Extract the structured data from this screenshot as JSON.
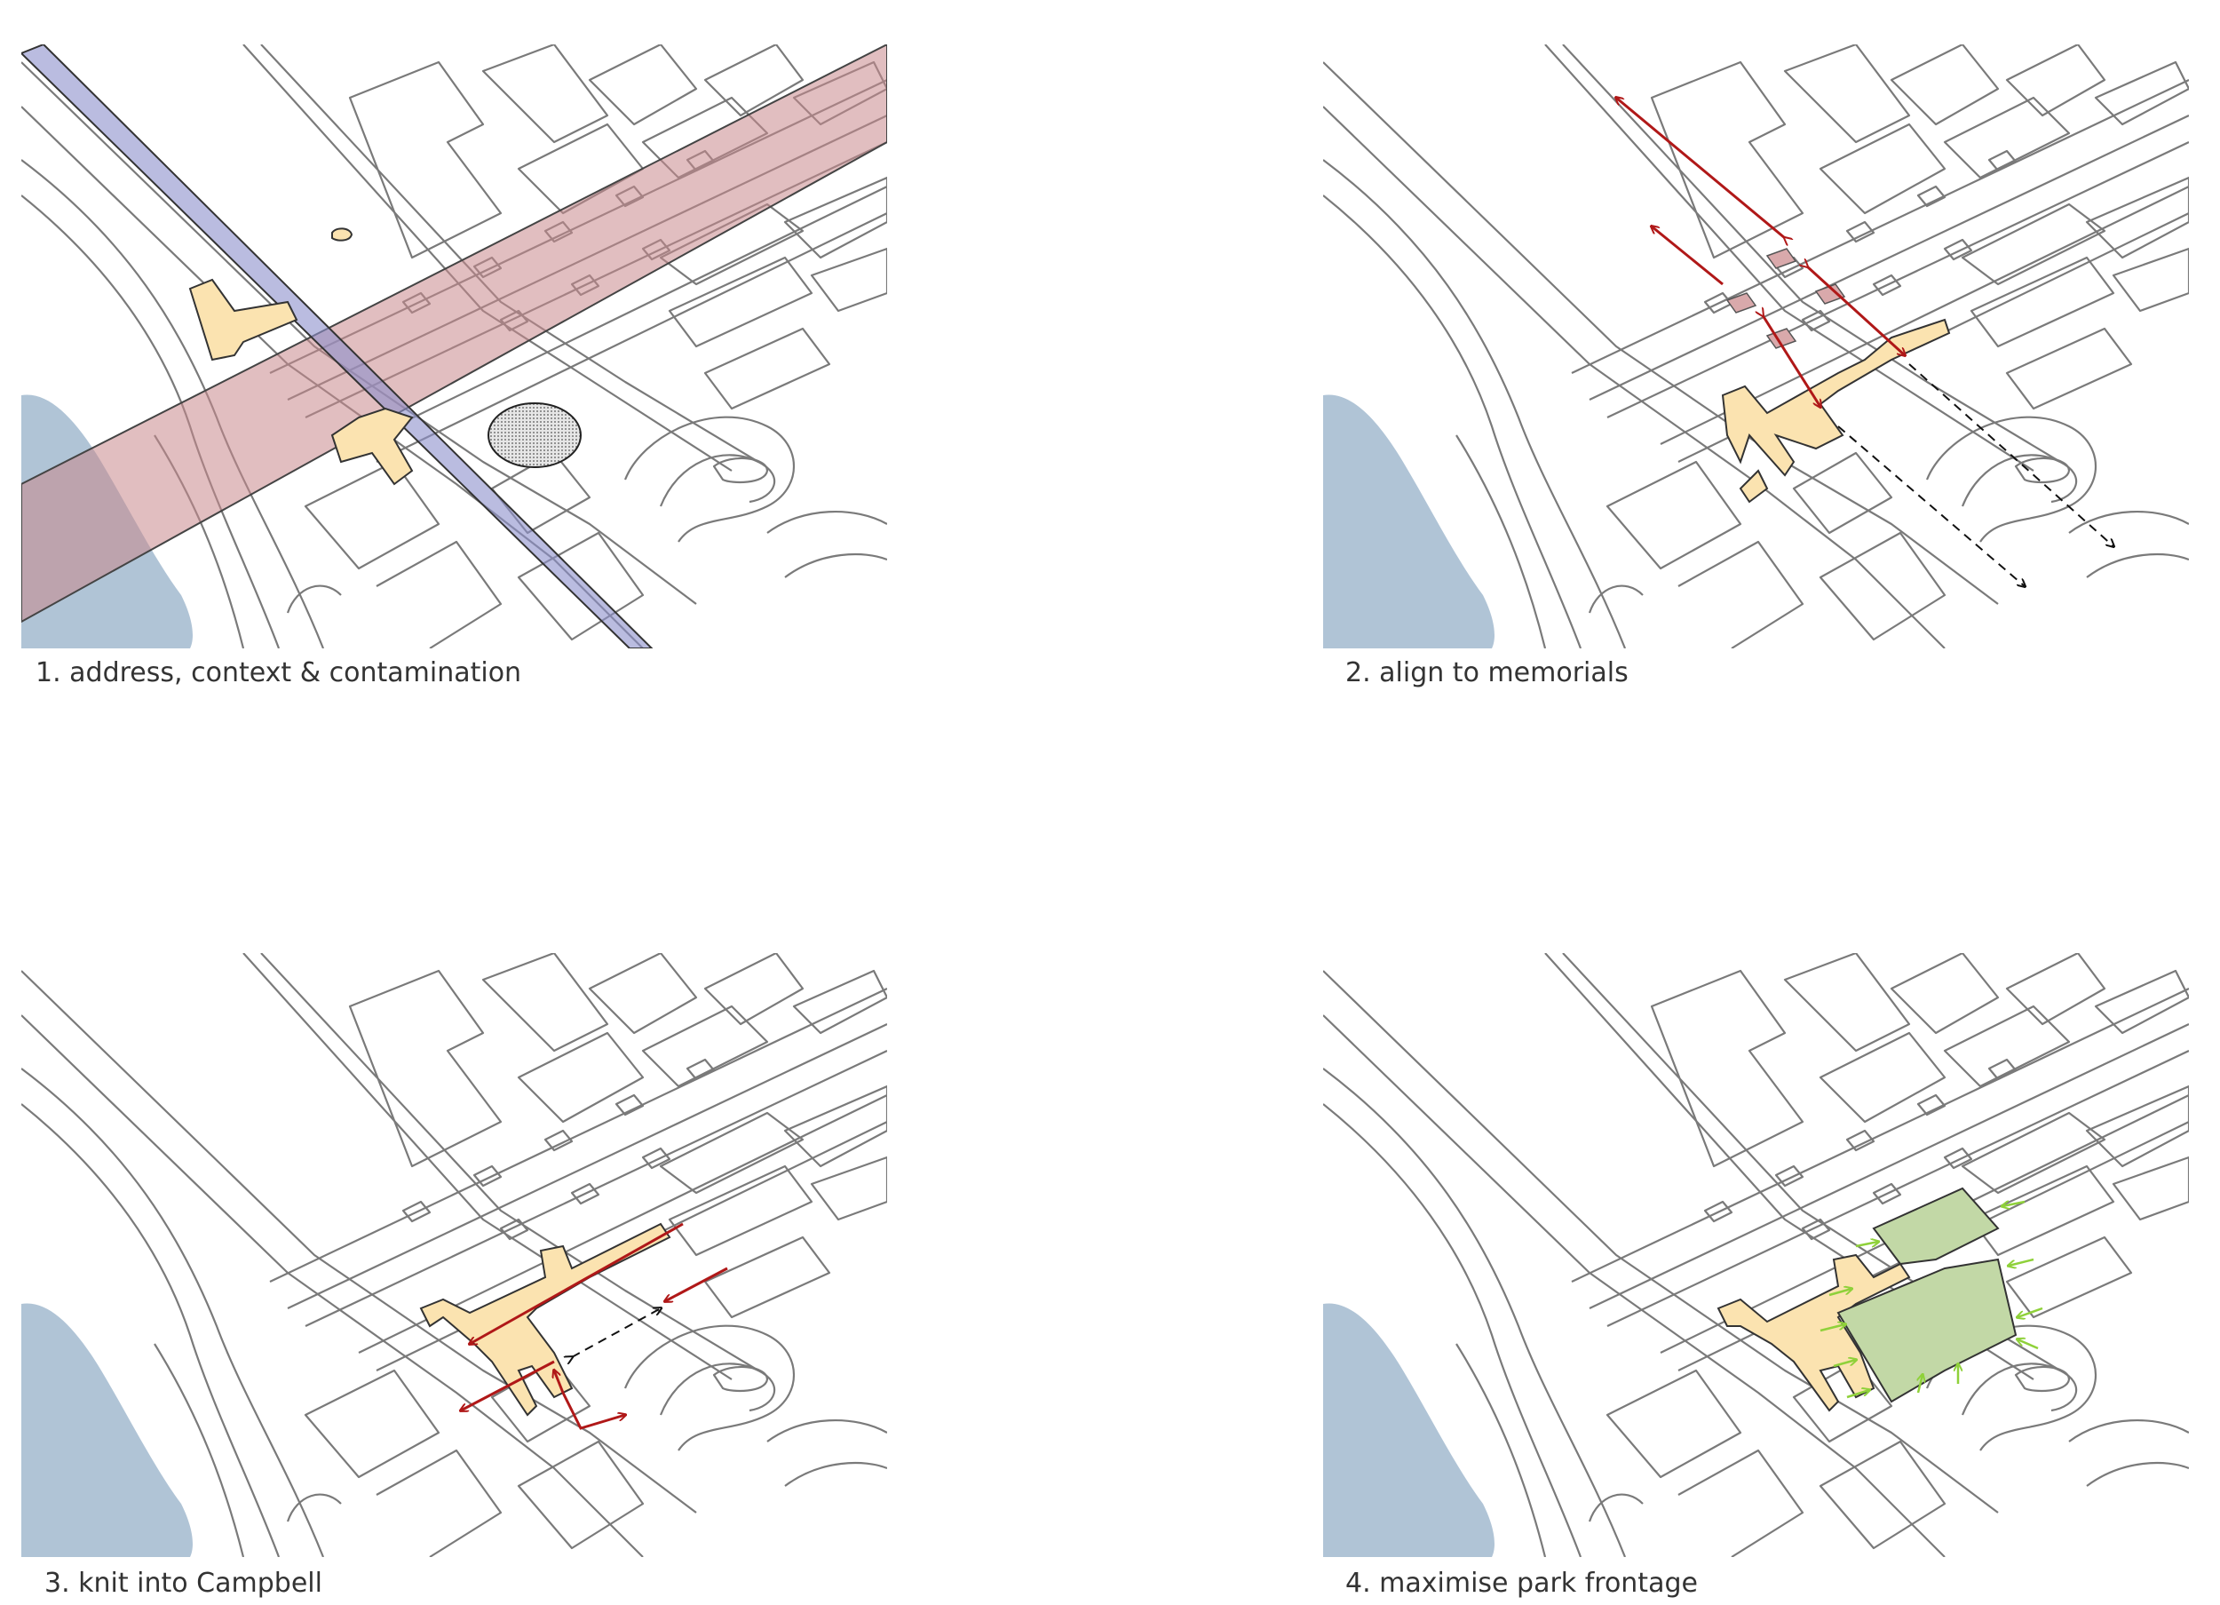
{
  "captions": {
    "p1": "1. address, context & contamination",
    "p2": "2. align to memorials",
    "p3": "3. knit into Campbell",
    "p4": "4. maximise park frontage"
  },
  "colors": {
    "water": "#b0c4d6",
    "road_band": "#c9898c",
    "cross_band": "#8c8fcc",
    "street_fill": "#fbe3b0",
    "red_arrow": "#b01818",
    "park_green": "#c2d8a6",
    "green_arrow": "#8fd13a",
    "memorial": "#d9a9ab",
    "block_outline": "#777777"
  }
}
